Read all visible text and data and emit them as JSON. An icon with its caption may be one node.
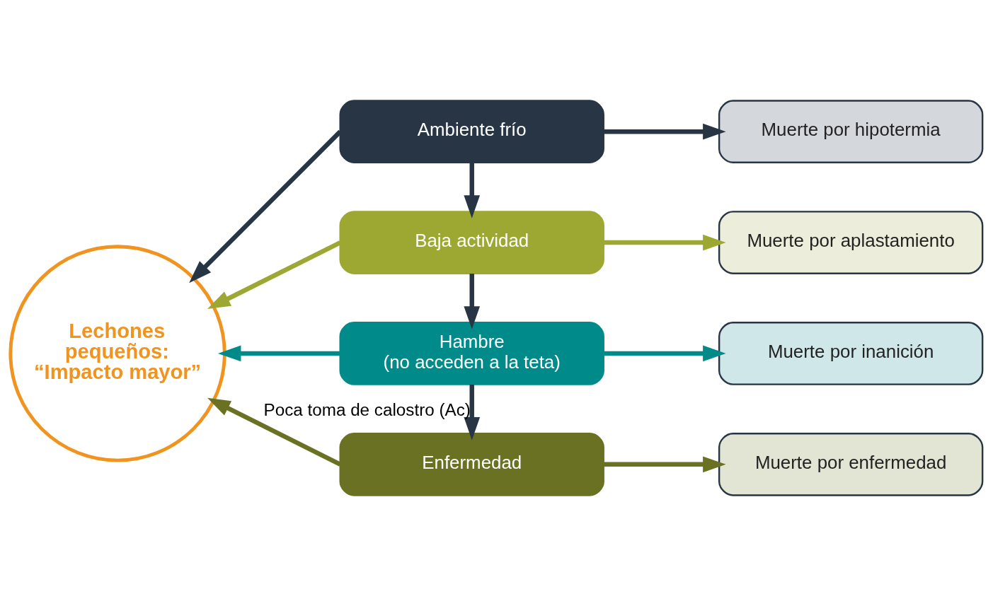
{
  "diagram": {
    "nodes": [
      {
        "text": [
          "Ambiente frío"
        ]
      },
      {
        "text": [
          "Muerte por hipotermia"
        ]
      },
      {
        "text": [
          "Baja actividad"
        ]
      },
      {
        "text": [
          "Muerte por aplastamiento"
        ]
      },
      {
        "text": [
          "Hambre",
          "(no acceden a la teta)"
        ]
      },
      {
        "text": [
          "Muerte por inanición"
        ]
      },
      {
        "text": [
          "Enfermedad"
        ]
      },
      {
        "text": [
          "Muerte por enfermedad"
        ]
      },
      {
        "text": [
          "Lechones pequeños: “Impacto mayor”"
        ]
      }
    ],
    "edges": [
      {
        "from": 0,
        "to": 1,
        "arrow": "to"
      },
      {
        "from": 0,
        "to": 8,
        "arrow": "to"
      },
      {
        "from": 0,
        "to": 2,
        "arrow": "to"
      },
      {
        "from": 2,
        "to": 8,
        "arrow": "to",
        "color": "#9da833"
      },
      {
        "from": 2,
        "to": 3,
        "arrow": "to",
        "color": "#9da833"
      },
      {
        "from": 2,
        "to": 4,
        "arrow": "to"
      },
      {
        "from": 4,
        "to": 8,
        "arrow": "to",
        "color": "#008b8a"
      },
      {
        "from": 4,
        "to": 5,
        "arrow": "to",
        "color": "#008b8a"
      },
      {
        "from": 4,
        "to": 6,
        "arrow": "to",
        "label": "Poca toma de calostro (Ac)"
      },
      {
        "from": 6,
        "to": 8,
        "arrow": "to",
        "color": "#6b7123"
      },
      {
        "from": 6,
        "to": 7,
        "arrow": "to",
        "color": "#6b7123"
      }
    ]
  }
}
